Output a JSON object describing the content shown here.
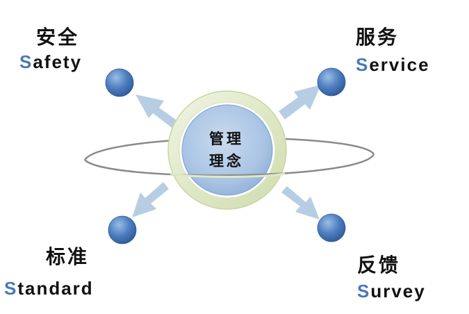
{
  "center": {
    "line1": "管理",
    "line2": "理念"
  },
  "concepts": {
    "safety": {
      "cn": "安全",
      "en_initial": "S",
      "en_rest": "afety"
    },
    "service": {
      "cn": "服务",
      "en_initial": "S",
      "en_rest": "ervice"
    },
    "standard": {
      "cn": "标准",
      "en_initial": "S",
      "en_rest": "tandard"
    },
    "survey": {
      "cn": "反馈",
      "en_initial": "S",
      "en_rest": "urvey"
    }
  },
  "colors": {
    "initial_letter": "#4a78b8",
    "arrow": "#b7cde3",
    "node": "#4f7fc0",
    "center_fill": "#a9c4e4",
    "ring": "#e3ebcf"
  }
}
